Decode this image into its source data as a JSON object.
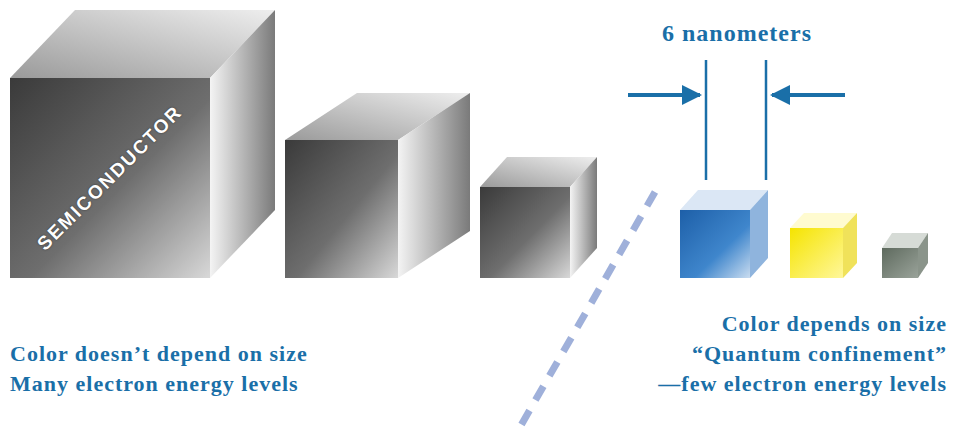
{
  "diagram": {
    "nodes": [
      {
        "text": [
          "SEMICONDUCTOR"
        ]
      }
    ],
    "labels": [
      "6 nanometers",
      "Color doesn’t depend on size",
      "Many electron energy levels",
      "Color depends on size",
      "“Quantum confinement”",
      "—few electron energy levels"
    ]
  }
}
